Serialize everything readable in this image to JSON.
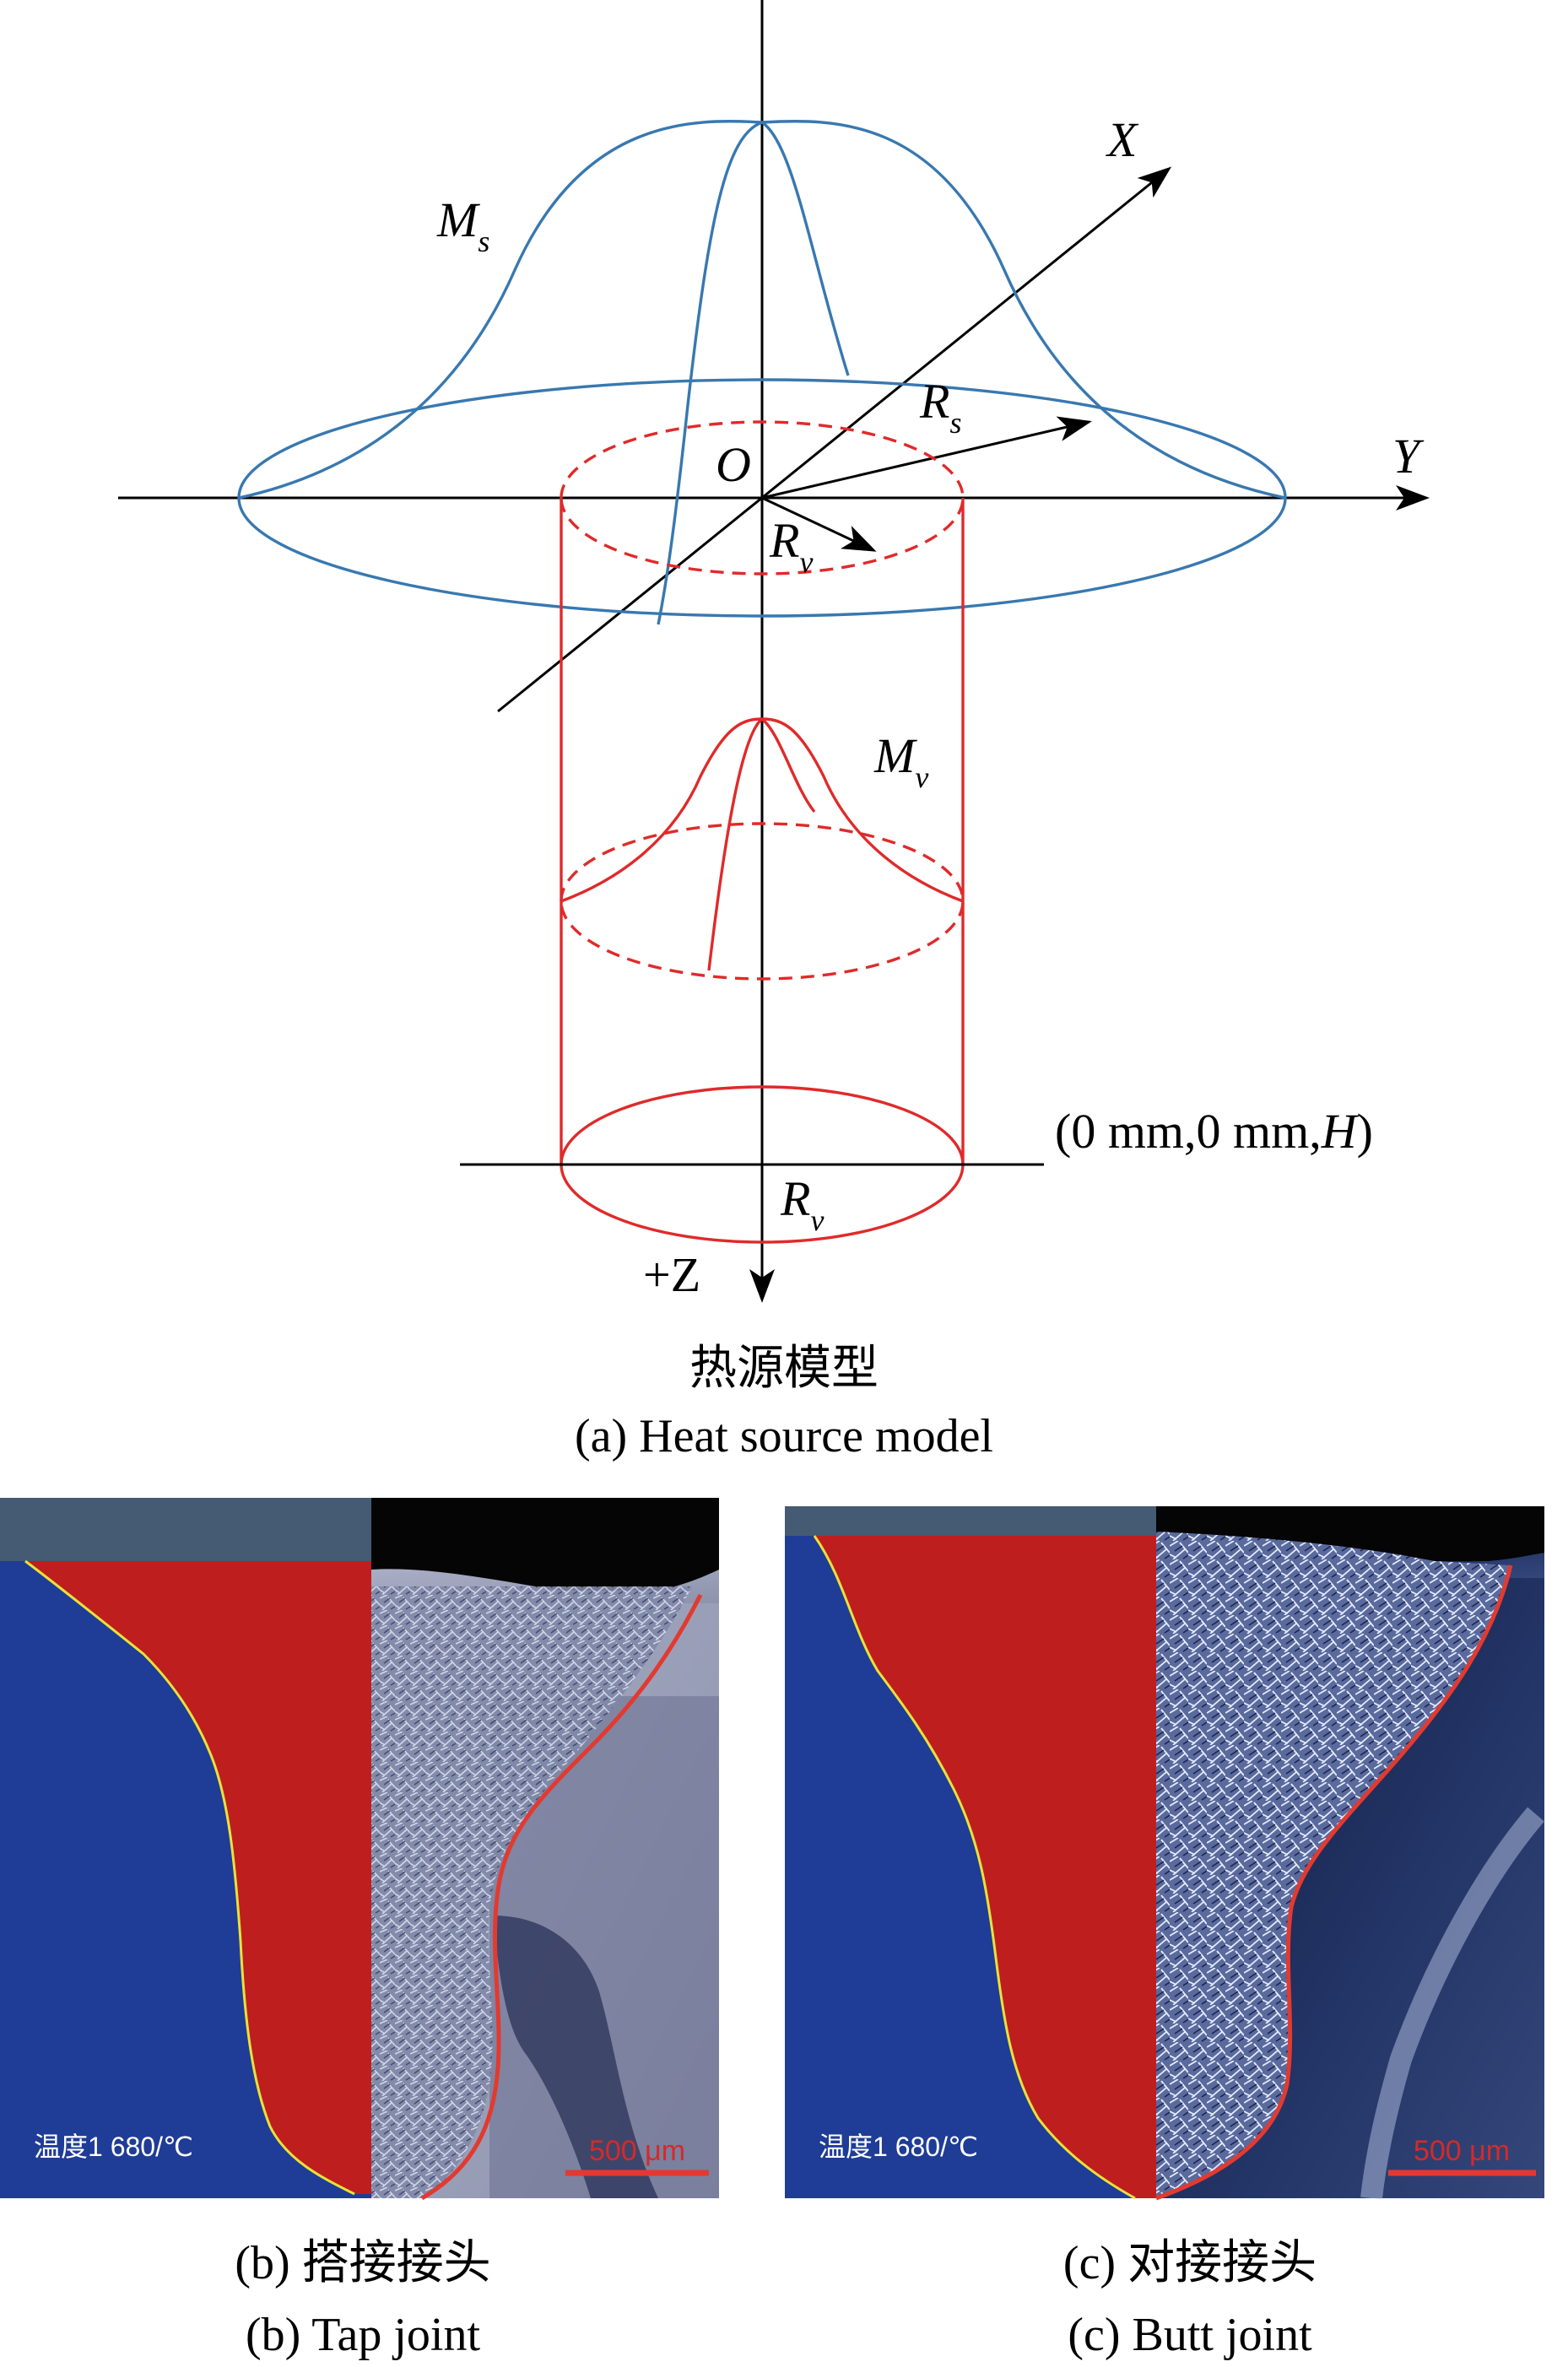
{
  "panel_a": {
    "axis_x": "X",
    "axis_y": "Y",
    "axis_z": "+Z",
    "origin": "O",
    "ms_main": "M",
    "ms_sub": "s",
    "rs_main": "R",
    "rs_sub": "s",
    "rv_main": "R",
    "rv_sub": "v",
    "mv_main": "M",
    "mv_sub": "v",
    "rv2_main": "R",
    "rv2_sub": "v",
    "coord_label_1": "(0 mm,0 mm,",
    "coord_label_h": "H",
    "coord_label_2": ")",
    "caption_cn": "热源模型",
    "caption_en": "(a) Heat source model",
    "colors": {
      "surface_source": "#3878b0",
      "volume_source": "#e02a2a"
    }
  },
  "panel_b": {
    "temperature_label": "温度1 680/℃",
    "scale_bar": "500 μm",
    "caption_cn": "(b) 搭接接头",
    "caption_en": "(b) Tap joint"
  },
  "panel_c": {
    "temperature_label": "温度1 680/℃",
    "scale_bar": "500 μm",
    "caption_cn": "(c) 对接接头",
    "caption_en": "(c) Butt joint"
  },
  "sim_colors": {
    "base": "#1f3c96",
    "melt": "#bf1e1e",
    "top_bar": "#455a73",
    "boundary": "#e8e23a",
    "fusion_line": "#e23a30"
  }
}
